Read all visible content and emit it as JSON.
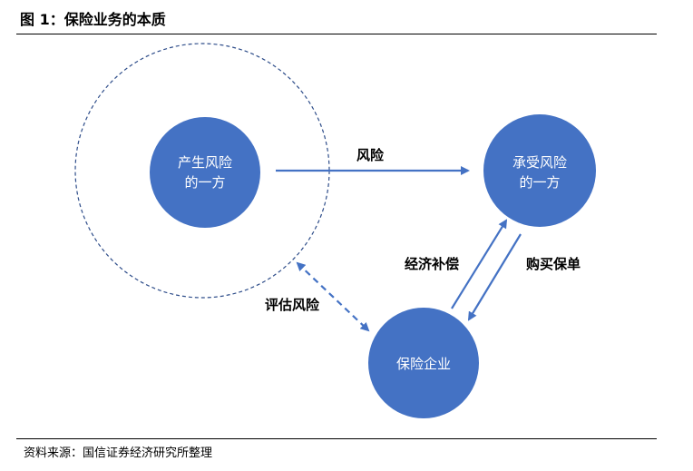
{
  "header": {
    "title": "图 1：保险业务的本质"
  },
  "footer": {
    "source": "资料来源：国信证券经济研究所整理"
  },
  "colors": {
    "node_fill": "#4472C4",
    "arrow": "#4472C4",
    "dashed_circle": "#2E4D8A"
  },
  "nodes": {
    "risk_origin": {
      "line1": "产生风险",
      "line2": "的一方"
    },
    "risk_bearer": {
      "line1": "承受风险",
      "line2": "的一方"
    },
    "insurer": {
      "line1": "保险企业"
    }
  },
  "edges": {
    "risk": "风险",
    "compensation": "经济补偿",
    "buy_policy": "购买保单",
    "assess_risk": "评估风险"
  }
}
